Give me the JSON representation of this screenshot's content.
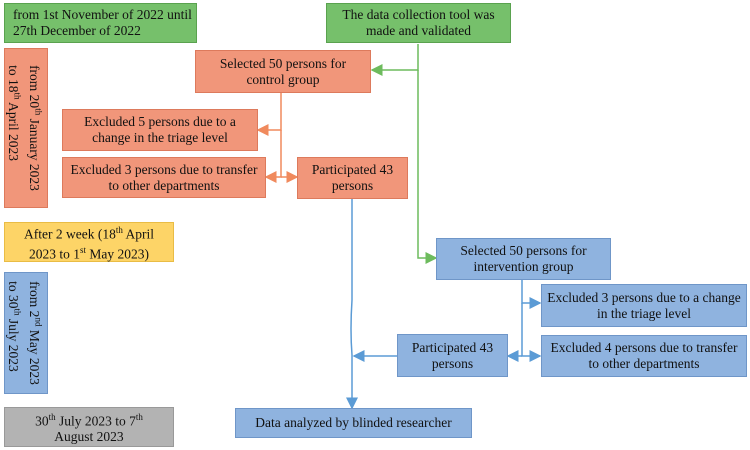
{
  "timeline": {
    "phase1": "from 1st November of 2022 until 27th December of 2022",
    "phase2": {
      "a": "from 20",
      "sup1": "th",
      "b": " January 2023",
      "c": "to 18",
      "sup2": "th",
      "d": " April 2023"
    },
    "phase3": {
      "a": "After 2 week (18",
      "sup1": "th",
      "b": " April",
      "c": "2023 to 1",
      "sup2": "st",
      "d": " May 2023)"
    },
    "phase4": {
      "a": "from 2",
      "sup1": "nd",
      "b": " May 2023",
      "c": "to 30",
      "sup2": "th",
      "d": " July 2023"
    },
    "phase5": {
      "a": "30",
      "sup1": "th",
      "b": " July 2023 to 7",
      "sup2": "th",
      "c": "August 2023"
    }
  },
  "flow": {
    "tool": "The data collection tool was made and validated",
    "control_selected": "Selected 50 persons for control group",
    "control_excluded_triage": "Excluded 5 persons due to a change in the triage level",
    "control_excluded_transfer": "Excluded 3 persons due to transfer to other departments",
    "control_participated": "Participated 43 persons",
    "intervention_selected": "Selected 50 persons for intervention group",
    "intervention_excluded_triage": "Excluded 3 persons due to a change in the triage level",
    "intervention_excluded_transfer": "Excluded 4 persons due to transfer to other departments",
    "intervention_participated": "Participated 43 persons",
    "analysis": "Data analyzed by blinded researcher"
  },
  "colors": {
    "green": "#76c06b",
    "orange": "#f1967a",
    "yellow": "#fdd467",
    "blue": "#8fb3df",
    "gray": "#b3b3b3",
    "arrow_orange": "#f08a5d",
    "arrow_green": "#6dbb5d",
    "arrow_blue": "#5b9bd5"
  }
}
